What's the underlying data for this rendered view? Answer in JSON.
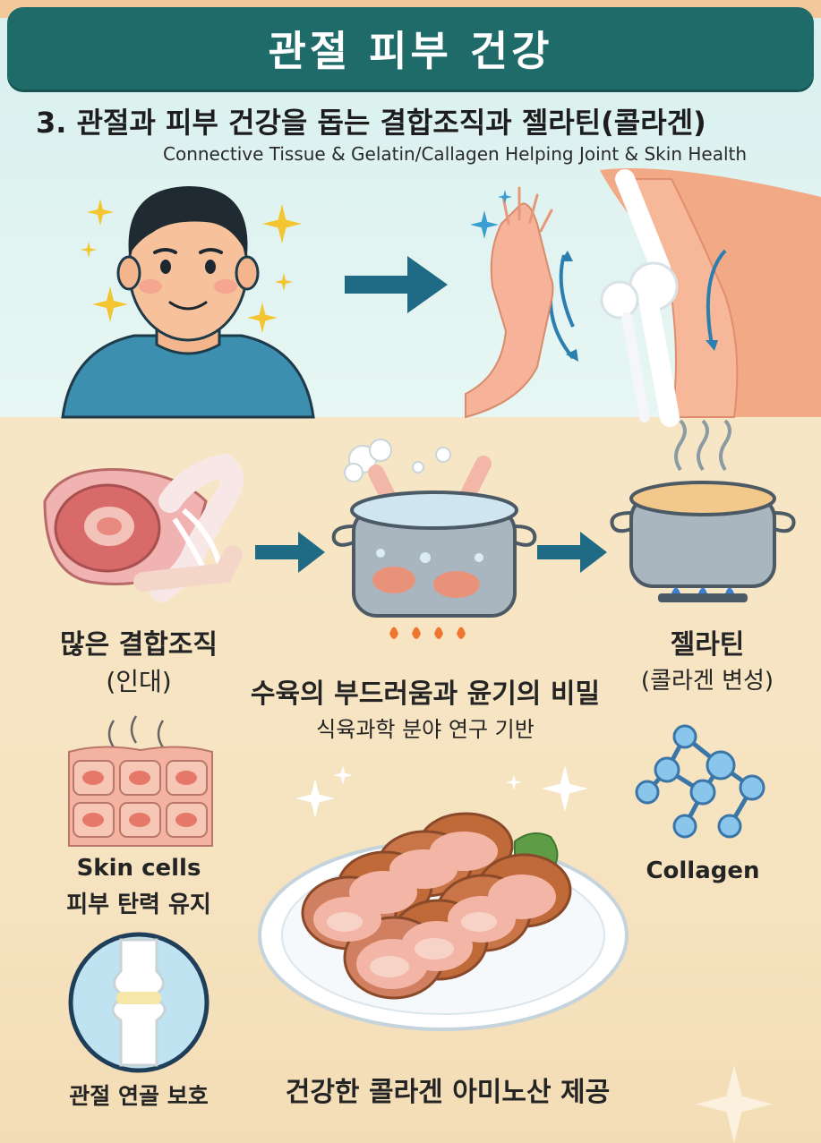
{
  "banner": {
    "title": "관절 피부 건강"
  },
  "subtitle": {
    "korean": "3. 관절과 피부 건강을 돕는 결합조직과 젤라틴(콜라겐)",
    "english": "Connective Tissue & Gelatin/Callagen Helping Joint & Skin Health"
  },
  "process": {
    "raw_meat": {
      "title": "많은 결합조직",
      "sub": "(인대)"
    },
    "boiling": {
      "title": "수육의 부드러움과 윤기의 비밀",
      "sub": "식육과학 분야 연구 기반"
    },
    "gelatin": {
      "title": "젤라틴",
      "sub": "(콜라겐 변성)"
    }
  },
  "benefits": {
    "skin": {
      "line1": "Skin cells",
      "line2": "피부 탄력 유지"
    },
    "collagen": {
      "label": "Collagen"
    },
    "joint": {
      "label": "관절 연골 보호"
    },
    "plate": {
      "label": "건강한 콜라겐 아미노산 제공"
    }
  },
  "colors": {
    "banner": "#1f6b6a",
    "arrow": "#1f6b85",
    "top_bg": "#d8f0ee",
    "bottom_bg": "#f6e3c0",
    "sparkle": "#f2c531"
  }
}
